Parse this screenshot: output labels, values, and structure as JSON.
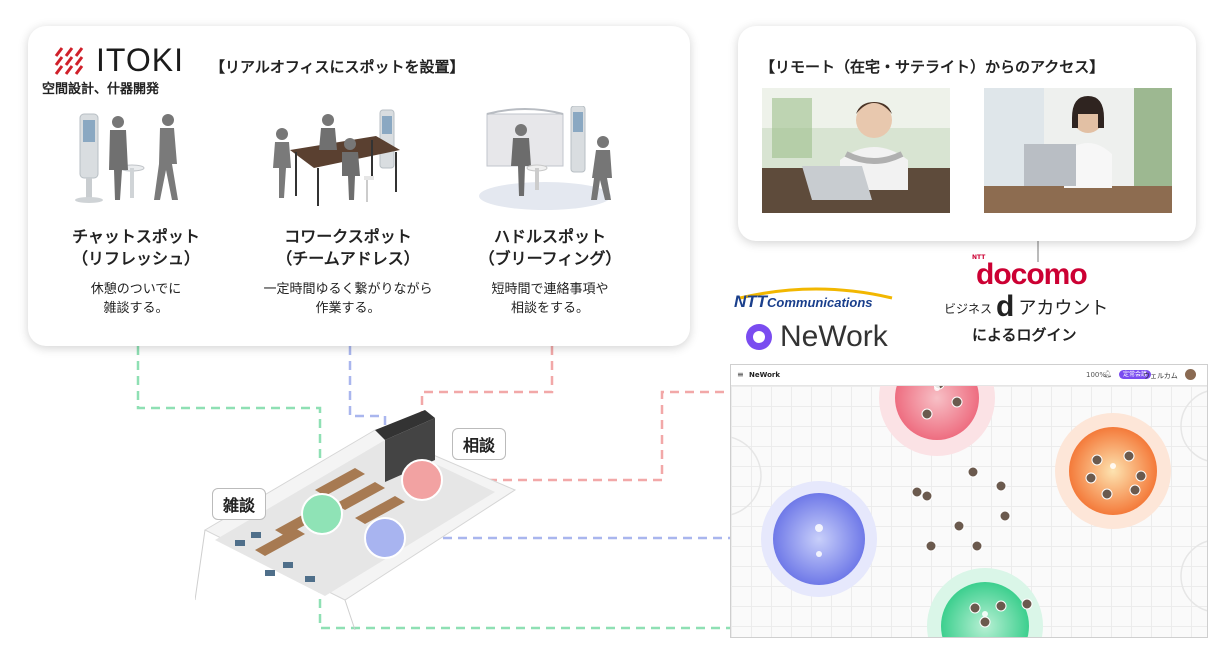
{
  "office": {
    "logo_text": "ITOKI",
    "logo_sub": "空間設計、什器開発",
    "title": "【リアルオフィスにスポットを設置】",
    "spots": [
      {
        "name": "チャットスポット",
        "sub": "（リフレッシュ）",
        "desc1": "休憩のついでに",
        "desc2": "雑談する。"
      },
      {
        "name": "コワークスポット",
        "sub": "（チームアドレス）",
        "desc1": "一定時間ゆるく繋がりながら",
        "desc2": "作業する。"
      },
      {
        "name": "ハドルスポット",
        "sub": "（ブリーフィング）",
        "desc1": "短時間で連絡事項や",
        "desc2": "相談をする。"
      }
    ]
  },
  "remote": {
    "title": "【リモート（在宅・サテライト）からのアクセス】"
  },
  "partners": {
    "ntt_prefix": "NTT",
    "ntt_name": "Communications",
    "nework_name": "NeWork",
    "docomo_small": "NTT",
    "docomo_name": "docomo",
    "login_biz": "ビジネス",
    "login_d": "d",
    "login_account": "アカウント",
    "login_line2": "によるログイン"
  },
  "nework_ui": {
    "brand": "NeWork",
    "zoom": "100%",
    "pill": "定常会議",
    "room": "ウェルカム"
  },
  "floor_labels": {
    "soudan": "相談",
    "zatsudan": "雑談"
  },
  "colors": {
    "green": "#7fd9a8",
    "blue": "#9aa9ea",
    "red": "#f29a9a",
    "nework_purple": "#7a4cf0",
    "docomo_red": "#cc0033"
  }
}
